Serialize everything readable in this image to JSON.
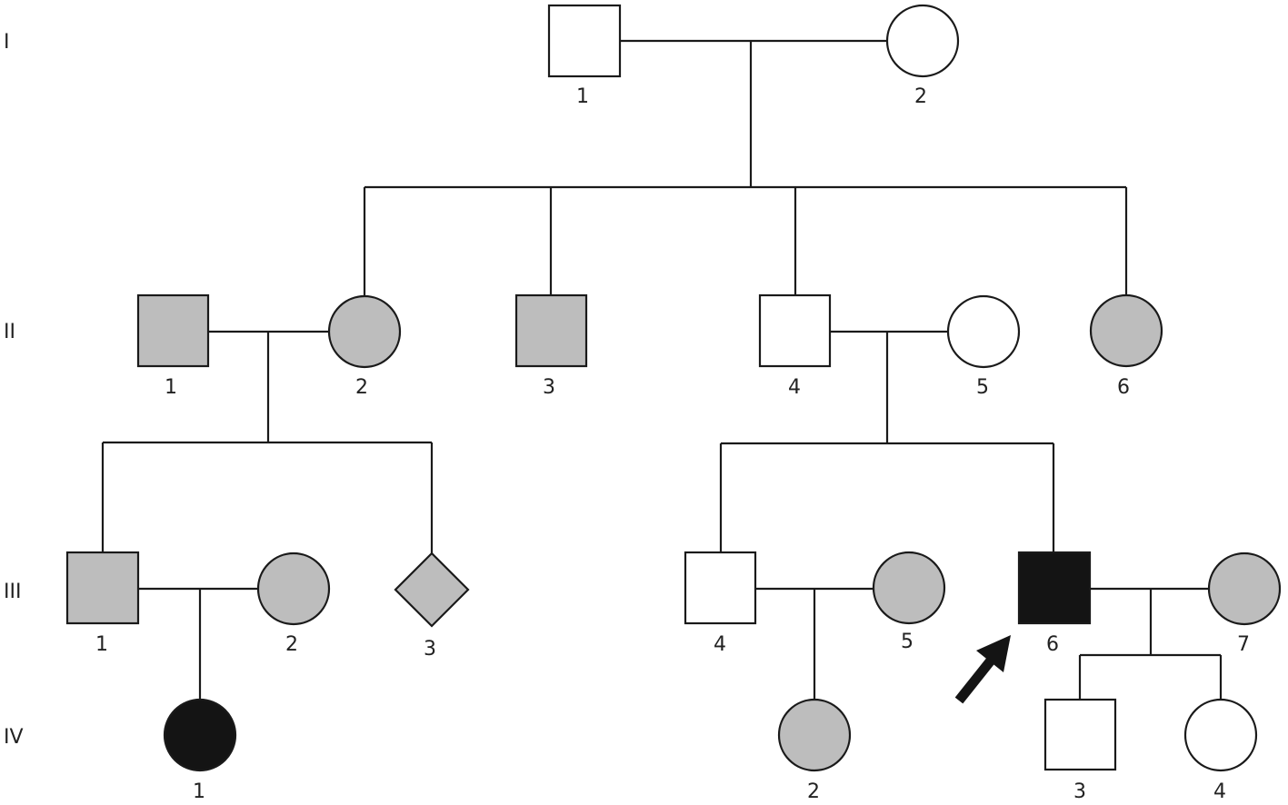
{
  "colors": {
    "line": "#1a1a1a",
    "unaffected": "#ffffff",
    "carrier_gray": "#bdbdbd",
    "affected_black": "#141414",
    "arrow": "#141414"
  },
  "generations": [
    "I",
    "II",
    "III",
    "IV"
  ],
  "individuals": [
    {
      "key": "I-1",
      "generation": "I",
      "label": "1",
      "shape": "square",
      "status": "unaffected"
    },
    {
      "key": "I-2",
      "generation": "I",
      "label": "2",
      "shape": "circle",
      "status": "unaffected"
    },
    {
      "key": "II-1",
      "generation": "II",
      "label": "1",
      "shape": "square",
      "status": "gray"
    },
    {
      "key": "II-2",
      "generation": "II",
      "label": "2",
      "shape": "circle",
      "status": "gray"
    },
    {
      "key": "II-3",
      "generation": "II",
      "label": "3",
      "shape": "square",
      "status": "gray"
    },
    {
      "key": "II-4",
      "generation": "II",
      "label": "4",
      "shape": "square",
      "status": "unaffected"
    },
    {
      "key": "II-5",
      "generation": "II",
      "label": "5",
      "shape": "circle",
      "status": "unaffected"
    },
    {
      "key": "II-6",
      "generation": "II",
      "label": "6",
      "shape": "circle",
      "status": "gray"
    },
    {
      "key": "III-1",
      "generation": "III",
      "label": "1",
      "shape": "square",
      "status": "gray"
    },
    {
      "key": "III-2",
      "generation": "III",
      "label": "2",
      "shape": "circle",
      "status": "gray"
    },
    {
      "key": "III-3",
      "generation": "III",
      "label": "3",
      "shape": "diamond",
      "status": "gray"
    },
    {
      "key": "III-4",
      "generation": "III",
      "label": "4",
      "shape": "square",
      "status": "unaffected"
    },
    {
      "key": "III-5",
      "generation": "III",
      "label": "5",
      "shape": "circle",
      "status": "gray"
    },
    {
      "key": "III-6",
      "generation": "III",
      "label": "6",
      "shape": "square",
      "status": "black",
      "proband": true
    },
    {
      "key": "III-7",
      "generation": "III",
      "label": "7",
      "shape": "circle",
      "status": "gray"
    },
    {
      "key": "IV-1",
      "generation": "IV",
      "label": "1",
      "shape": "circle",
      "status": "black"
    },
    {
      "key": "IV-2",
      "generation": "IV",
      "label": "2",
      "shape": "circle",
      "status": "gray"
    },
    {
      "key": "IV-3",
      "generation": "IV",
      "label": "3",
      "shape": "square",
      "status": "unaffected"
    },
    {
      "key": "IV-4",
      "generation": "IV",
      "label": "4",
      "shape": "circle",
      "status": "unaffected"
    }
  ],
  "unions": [
    {
      "partners": [
        "I-1",
        "I-2"
      ],
      "children": [
        "II-2",
        "II-3",
        "II-4",
        "II-6"
      ]
    },
    {
      "partners": [
        "II-1",
        "II-2"
      ],
      "children": [
        "III-1",
        "III-3"
      ]
    },
    {
      "partners": [
        "II-4",
        "II-5"
      ],
      "children": [
        "III-4",
        "III-6"
      ]
    },
    {
      "partners": [
        "III-1",
        "III-2"
      ],
      "children": [
        "IV-1"
      ]
    },
    {
      "partners": [
        "III-4",
        "III-5"
      ],
      "children": [
        "IV-2"
      ]
    },
    {
      "partners": [
        "III-6",
        "III-7"
      ],
      "children": [
        "IV-3",
        "IV-4"
      ]
    }
  ],
  "proband_marker": {
    "individual": "III-6",
    "icon": "proband-arrow-icon"
  }
}
